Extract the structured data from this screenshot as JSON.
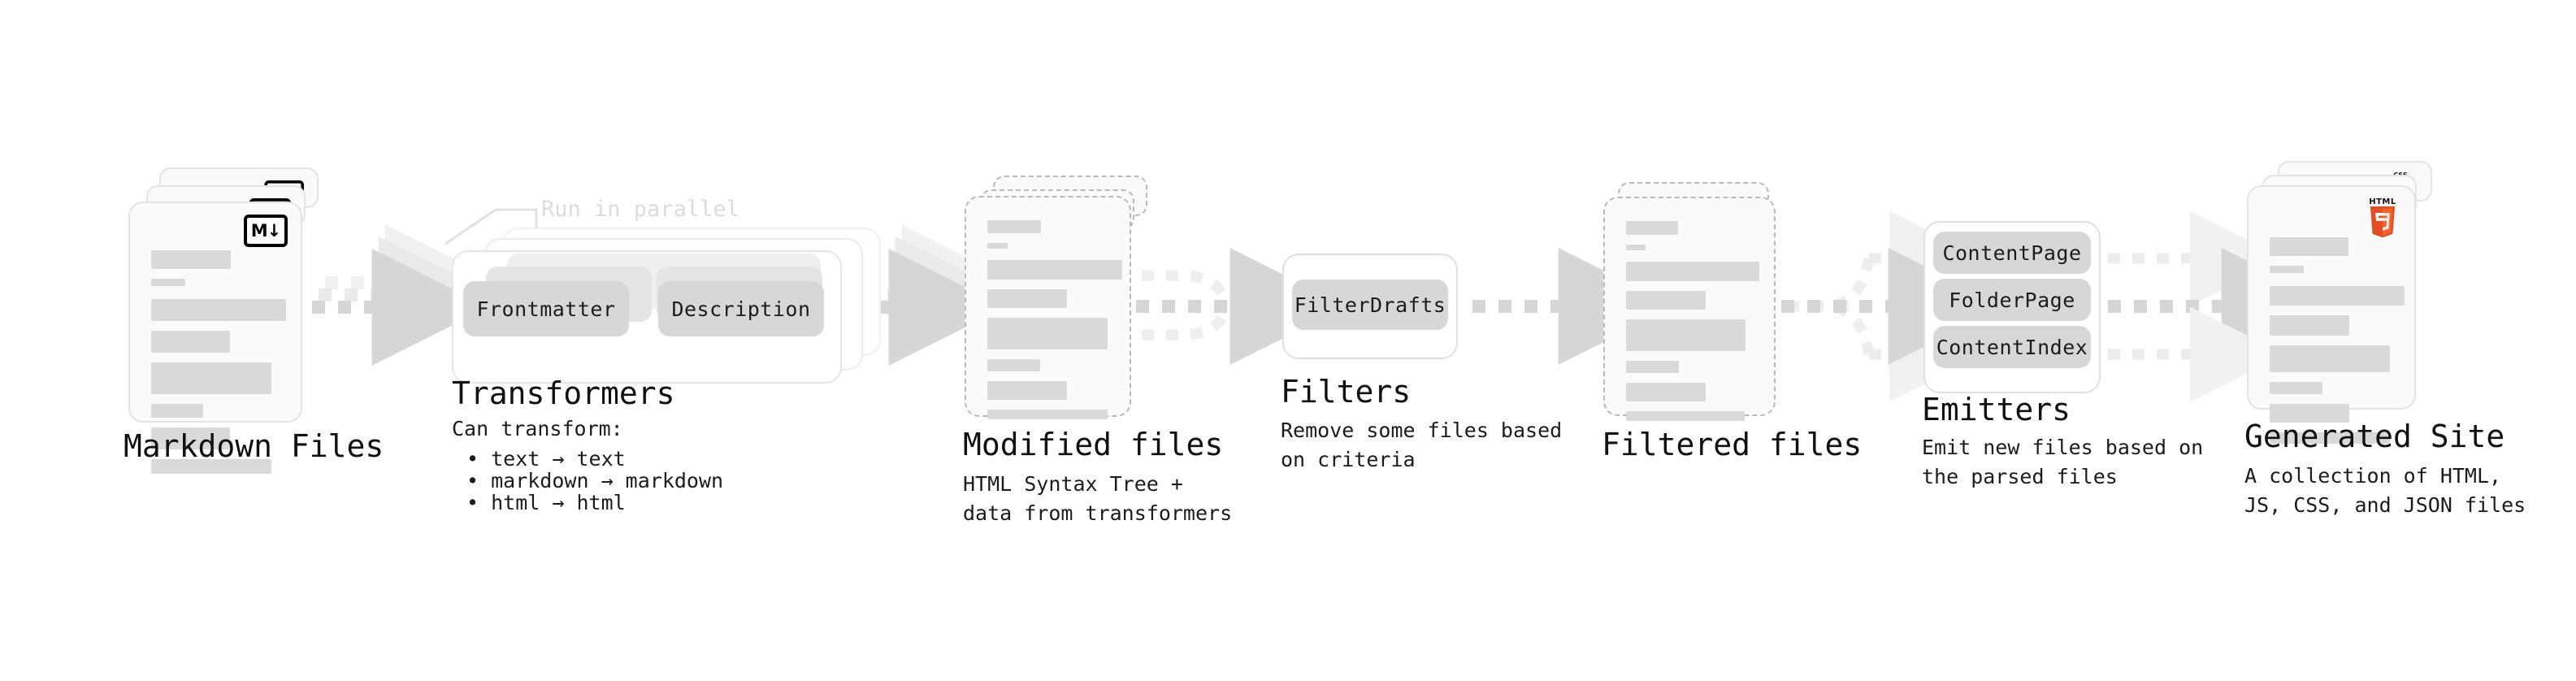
{
  "diagram": {
    "title": "Quartz content pipeline",
    "colors": {
      "card_fill": "#fafafa",
      "card_border": "#e3e3e3",
      "dashed_border": "#b9b9b9",
      "placeholder_line": "#d9d9d9",
      "chip_fill": "#d7d7d7",
      "arrow": "#d6d6d6",
      "annotation_text": "#dcdcdc",
      "text": "#111111",
      "html5_orange": "#e44d26",
      "html5_orange_light": "#f16529",
      "js_yellow": "#f7df1e",
      "css_blue": "#2965f1"
    }
  },
  "stages": [
    {
      "id": "markdown-files",
      "title": "Markdown Files",
      "description": "",
      "kind": "card-stack",
      "badge": "markdown-badge",
      "badge_label": "M↓"
    },
    {
      "id": "transformers",
      "title": "Transformers",
      "description": "Can transform:",
      "kind": "group-stack",
      "annotation": "Run in parallel",
      "chips": [
        "Frontmatter",
        "Description"
      ],
      "bullets": [
        "• text → text",
        "• markdown → markdown",
        "• html → html"
      ]
    },
    {
      "id": "modified-files",
      "title": "Modified files",
      "description": "HTML Syntax Tree +\ndata from transformers",
      "kind": "card-stack-dashed"
    },
    {
      "id": "filters",
      "title": "Filters",
      "description": "Remove some files based\non criteria",
      "kind": "group",
      "chips": [
        "FilterDrafts"
      ]
    },
    {
      "id": "filtered-files",
      "title": "Filtered files",
      "description": "",
      "kind": "card-stack-dashed"
    },
    {
      "id": "emitters",
      "title": "Emitters",
      "description": "Emit new files based on\nthe parsed files",
      "kind": "group",
      "chips": [
        "ContentPage",
        "FolderPage",
        "ContentIndex"
      ]
    },
    {
      "id": "generated-site",
      "title": "Generated Site",
      "description": "A collection of HTML,\nJS, CSS, and JSON files",
      "kind": "card-stack",
      "badges": [
        "css-badge",
        "js-badge",
        "html5-badge"
      ],
      "badge_label": "HTML"
    }
  ],
  "connectors": [
    {
      "id": "conn-markdown-to-transformers",
      "style": "stacked-dashed-arrow"
    },
    {
      "id": "conn-transformers-to-modified",
      "style": "stacked-dashed-arrow"
    },
    {
      "id": "conn-modified-to-filters",
      "style": "fan-in-dashed-arrow"
    },
    {
      "id": "conn-filters-to-filtered",
      "style": "dashed-arrow"
    },
    {
      "id": "conn-filtered-to-emitters",
      "style": "fan-out-dashed-arrow"
    },
    {
      "id": "conn-emitters-to-site",
      "style": "fan-in-triple-dashed-arrow"
    }
  ]
}
